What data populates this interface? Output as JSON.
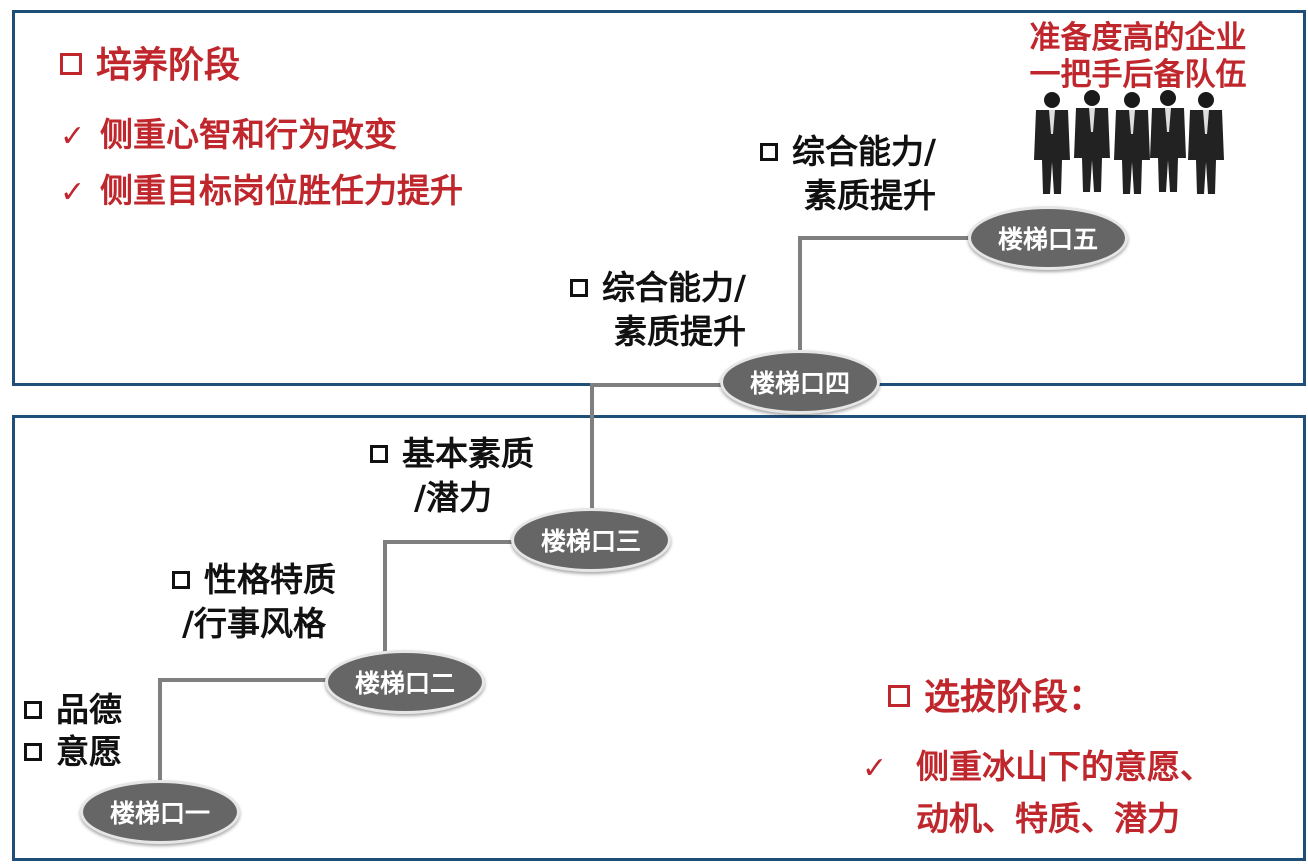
{
  "training_stage": {
    "title": "培养阶段",
    "bullets": [
      "侧重心智和行为改变",
      "侧重目标岗位胜任力提升"
    ]
  },
  "selection_stage": {
    "title": "选拔阶段：",
    "bullet_lines": [
      "侧重冰山下的意愿、",
      "动机、特质、潜力"
    ]
  },
  "corner": {
    "title_lines": [
      "准备度高的企业",
      "一把手后备队伍"
    ],
    "image": "group-of-businessmen-silhouette"
  },
  "steps": [
    {
      "node": "楼梯口一",
      "labels": [
        "品德",
        "意愿"
      ]
    },
    {
      "node": "楼梯口二",
      "lines": [
        "性格特质",
        "/行事风格"
      ]
    },
    {
      "node": "楼梯口三",
      "lines": [
        "基本素质",
        "/潜力"
      ]
    },
    {
      "node": "楼梯口四",
      "lines": [
        "综合能力/",
        "素质提升"
      ]
    },
    {
      "node": "楼梯口五",
      "lines": [
        "综合能力/",
        "素质提升"
      ]
    }
  ],
  "colors": {
    "accent_red": "#c0272d",
    "panel_border": "#1f4e79",
    "node_fill": "#666666",
    "stair_line": "#7f7f7f"
  }
}
